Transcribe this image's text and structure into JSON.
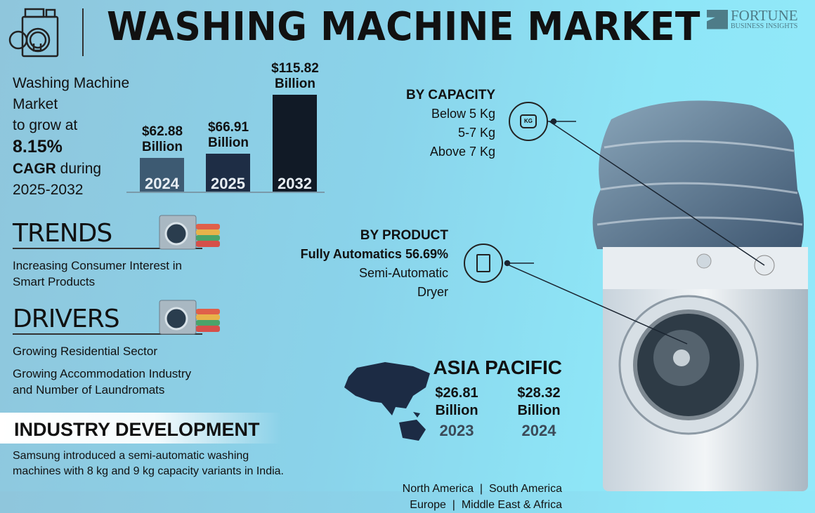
{
  "header": {
    "title": "WASHING MACHINE MARKET",
    "logo_text": "FORTUNE",
    "logo_subtext": "BUSINESS INSIGHTS",
    "icon": "washing-machine-icon"
  },
  "summary": {
    "line1": "Washing Machine",
    "line2": "Market",
    "line3": "to grow at",
    "cagr": "8.15%",
    "cagr_label": "CAGR",
    "during": " during",
    "period": "2025-2032"
  },
  "chart_data": {
    "type": "bar",
    "categories": [
      "2024",
      "2025",
      "2032"
    ],
    "values": [
      62.88,
      66.91,
      115.82
    ],
    "labels": [
      "$62.88 Billion",
      "$66.91 Billion",
      "$115.82 Billion"
    ],
    "unit": "Billion",
    "colors": [
      "#3d5a72",
      "#1e2d45",
      "#111a26"
    ]
  },
  "trends": {
    "heading": "TRENDS",
    "line1": "Increasing Consumer Interest in",
    "line2": "Smart Products"
  },
  "drivers": {
    "heading": "DRIVERS",
    "item1": "Growing Residential Sector",
    "item2_line1": "Growing Accommodation Industry",
    "item2_line2": "and Number of Laundromats"
  },
  "industry": {
    "heading": "INDUSTRY DEVELOPMENT",
    "line1": "Samsung introduced a semi-automatic washing",
    "line2": "machines with 8 kg and 9 kg capacity variants in India."
  },
  "capacity": {
    "heading": "BY CAPACITY",
    "items": [
      "Below 5 Kg",
      "5-7 Kg",
      "Above 7 Kg"
    ],
    "icon_text": "KG"
  },
  "product": {
    "heading": "BY PRODUCT",
    "items": [
      "Fully Automatics 56.69%",
      "Semi-Automatic",
      "Dryer"
    ]
  },
  "region": {
    "heading": "ASIA PACIFIC",
    "v1": "$26.81",
    "v1_unit": "Billion",
    "y1": "2023",
    "v2": "$28.32",
    "v2_unit": "Billion",
    "y2": "2024",
    "others_line1": "North America  |  South America",
    "others_line2": "Europe  |  Middle East & Africa"
  }
}
